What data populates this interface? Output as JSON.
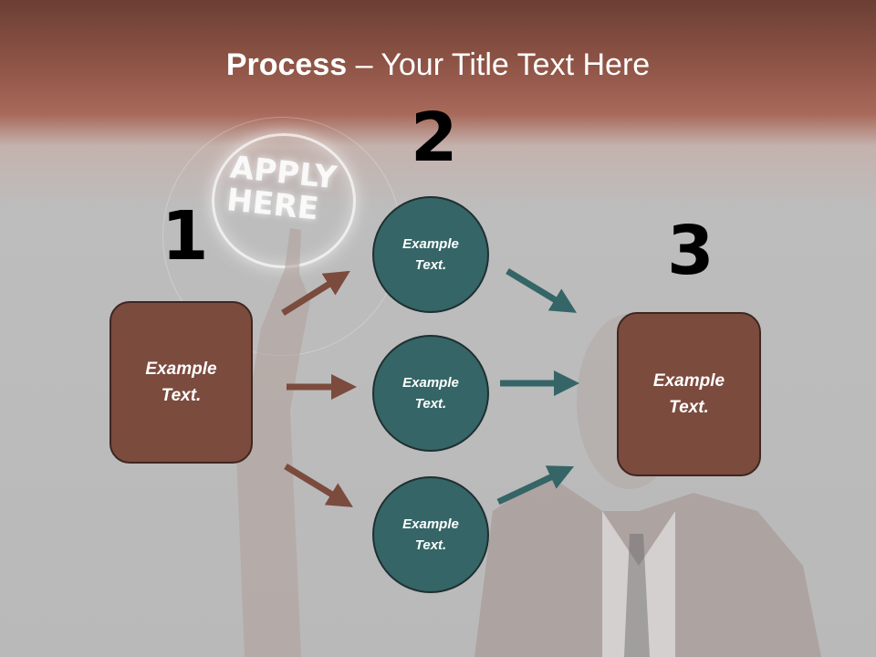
{
  "title": {
    "bold": "Process",
    "rest": " – Your Title Text Here"
  },
  "background": {
    "sign_text": "APPLY\nHERE"
  },
  "steps": [
    {
      "number": "1",
      "label": "Example\nText."
    },
    {
      "number": "2",
      "label": ""
    },
    {
      "number": "3",
      "label": "Example\nText."
    }
  ],
  "circles": [
    {
      "label": "Example\nText."
    },
    {
      "label": "Example\nText."
    },
    {
      "label": "Example\nText."
    }
  ],
  "colors": {
    "box_fill": "#7b4b3e",
    "circle_fill": "#356566",
    "arrow_brown": "#7b4b3e",
    "arrow_teal": "#356566",
    "header_band": "#8e5446"
  }
}
